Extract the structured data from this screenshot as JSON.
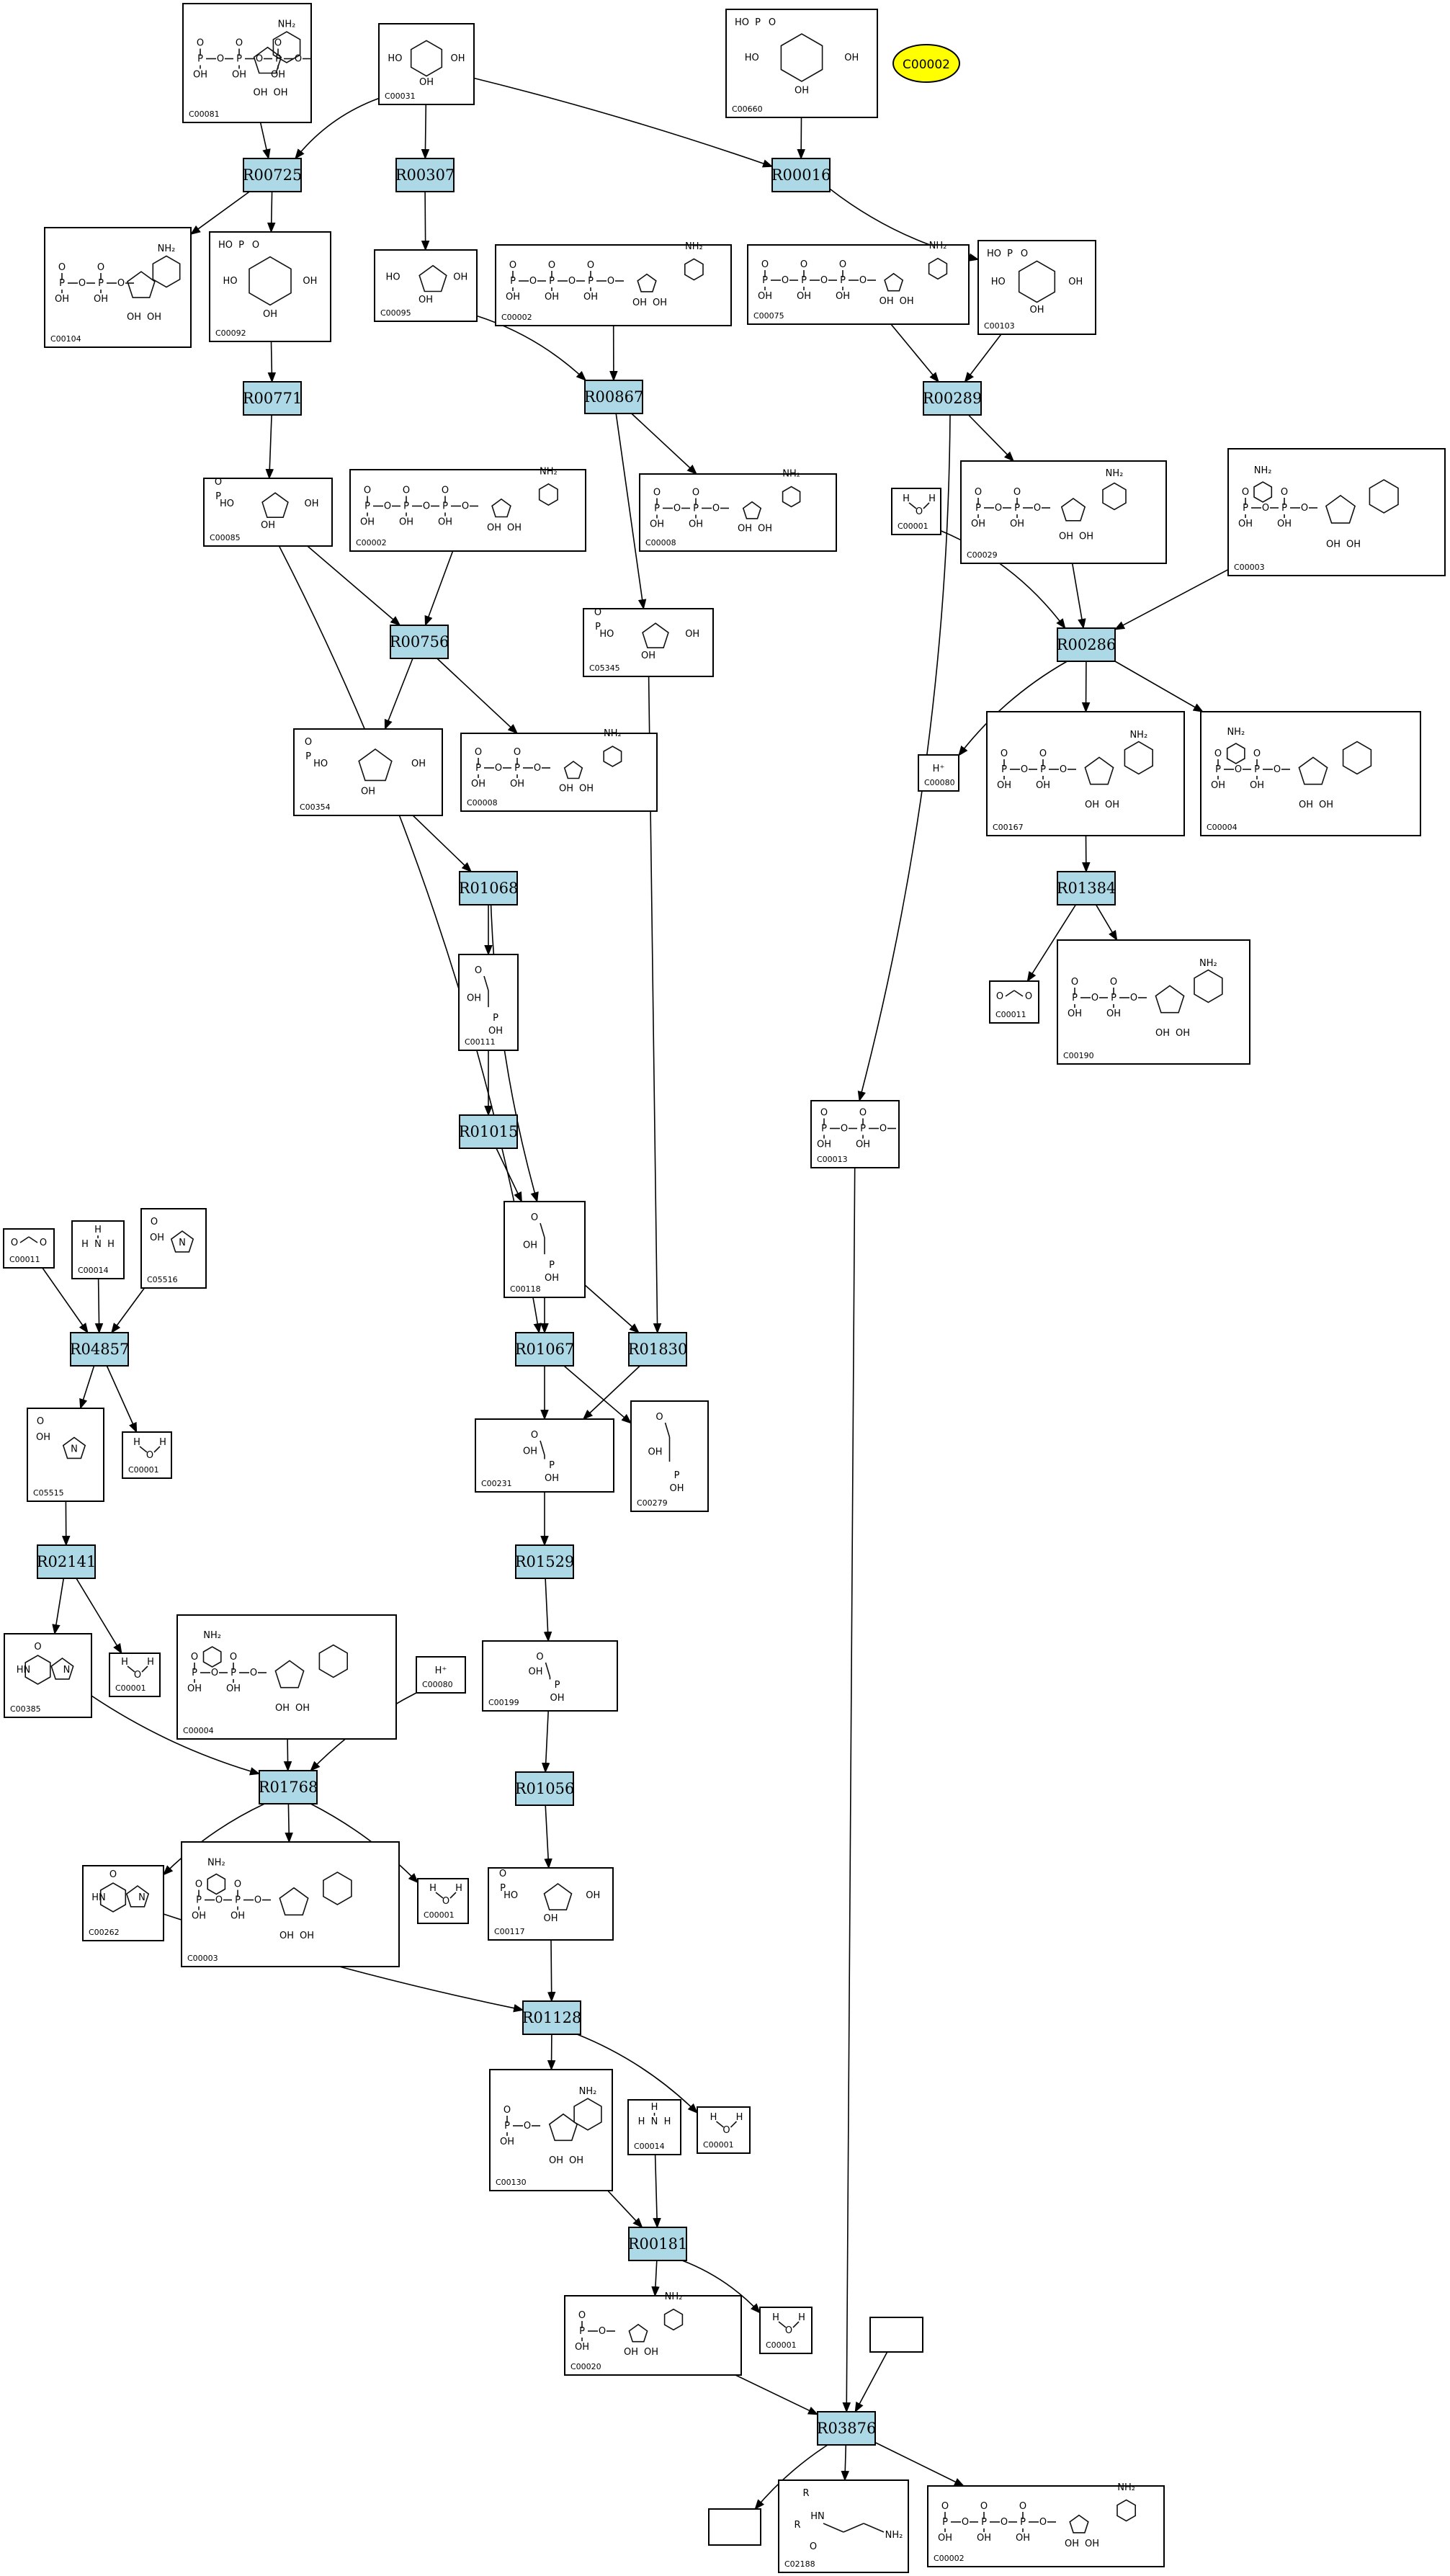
{
  "reactions": [
    {
      "id": "R00725"
    },
    {
      "id": "R00307"
    },
    {
      "id": "R00016"
    },
    {
      "id": "R00771"
    },
    {
      "id": "R00867"
    },
    {
      "id": "R00289"
    },
    {
      "id": "R00756"
    },
    {
      "id": "R00286"
    },
    {
      "id": "R01068"
    },
    {
      "id": "R01384"
    },
    {
      "id": "R01015"
    },
    {
      "id": "R04857"
    },
    {
      "id": "R01067"
    },
    {
      "id": "R01830"
    },
    {
      "id": "R02141"
    },
    {
      "id": "R01529"
    },
    {
      "id": "R01768"
    },
    {
      "id": "R01056"
    },
    {
      "id": "R01128"
    },
    {
      "id": "R00181"
    },
    {
      "id": "R03876"
    }
  ],
  "compounds": [
    {
      "id": "C00081",
      "depict": "nucleotide-triphosphate"
    },
    {
      "id": "C00031",
      "depict": "hexose-ring"
    },
    {
      "id": "C00660",
      "depict": "hexose-diphosphate"
    },
    {
      "id": "C00104",
      "depict": "nucleotide-diphosphate"
    },
    {
      "id": "C00092",
      "depict": "hexose-phosphate"
    },
    {
      "id": "C00095",
      "depict": "furanose"
    },
    {
      "id": "C00002",
      "depict": "atp"
    },
    {
      "id": "C00075",
      "depict": "utp"
    },
    {
      "id": "C00103",
      "depict": "hexose-phosphate"
    },
    {
      "id": "C00085",
      "depict": "furanose-phosphate"
    },
    {
      "id": "C00002",
      "depict": "atp"
    },
    {
      "id": "C00008",
      "depict": "adp"
    },
    {
      "id": "C00001",
      "depict": "water"
    },
    {
      "id": "C00029",
      "depict": "udp-sugar"
    },
    {
      "id": "C00003",
      "depict": "nad"
    },
    {
      "id": "C05345",
      "depict": "furanose-phosphate"
    },
    {
      "id": "C00354",
      "depict": "furanose-bisphosphate"
    },
    {
      "id": "C00008",
      "depict": "adp"
    },
    {
      "id": "C00080",
      "depict": "proton"
    },
    {
      "id": "C00167",
      "depict": "udp-glucuronate"
    },
    {
      "id": "C00004",
      "depict": "nadh"
    },
    {
      "id": "C00111",
      "depict": "triose-phosphate"
    },
    {
      "id": "C00011",
      "depict": "co2"
    },
    {
      "id": "C00190",
      "depict": "udp-xylose"
    },
    {
      "id": "C00013",
      "depict": "pyrophosphate"
    },
    {
      "id": "C00011",
      "depict": "co2"
    },
    {
      "id": "C00014",
      "depict": "ammonia"
    },
    {
      "id": "C05516",
      "depict": "imidazole"
    },
    {
      "id": "C00118",
      "depict": "glyceraldehyde-phosphate"
    },
    {
      "id": "C00001",
      "depict": "water"
    },
    {
      "id": "C05515",
      "depict": "imidazole-amide"
    },
    {
      "id": "C00231",
      "depict": "pentulose-phosphate"
    },
    {
      "id": "C00279",
      "depict": "tetrose-phosphate"
    },
    {
      "id": "C00385",
      "depict": "purine-dione"
    },
    {
      "id": "C00001",
      "depict": "water"
    },
    {
      "id": "C00004",
      "depict": "nadh"
    },
    {
      "id": "C00080",
      "depict": "proton"
    },
    {
      "id": "C00199",
      "depict": "pentulose-phosphate"
    },
    {
      "id": "C00262",
      "depict": "purine-one"
    },
    {
      "id": "C00003",
      "depict": "nad"
    },
    {
      "id": "C00001",
      "depict": "water"
    },
    {
      "id": "C00117",
      "depict": "ribose-phosphate"
    },
    {
      "id": "C00130",
      "depict": "imp"
    },
    {
      "id": "C00014",
      "depict": "ammonia"
    },
    {
      "id": "C00001",
      "depict": "water"
    },
    {
      "id": "C00020",
      "depict": "amp"
    },
    {
      "id": "C00001",
      "depict": "water"
    },
    {
      "id": "",
      "depict": "empty"
    },
    {
      "id": "",
      "depict": "empty"
    },
    {
      "id": "C02188",
      "depict": "lysine-amide"
    },
    {
      "id": "C00002",
      "depict": "atp"
    }
  ],
  "badge": {
    "label": "C00002",
    "color": "#ffff00"
  },
  "colors": {
    "reaction_fill": "#add8e6",
    "badge_fill": "#ffff00"
  }
}
